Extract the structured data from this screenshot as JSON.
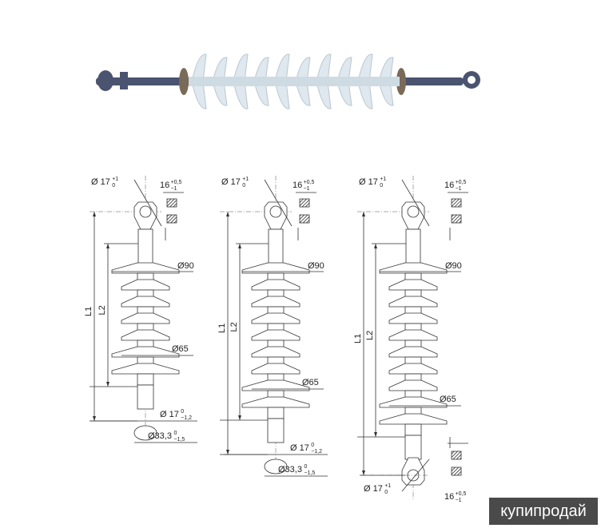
{
  "logo": {
    "text": "купипродай"
  },
  "colors": {
    "rod": "#4a5370",
    "shed": "#dfe8ee",
    "logo_bg": "#4a4a4a"
  },
  "drawings": [
    {
      "name": "insulator-1",
      "eye_dia": "Ø 17",
      "eye_tol_up": "+1",
      "eye_tol_dn": "0",
      "slot": "16",
      "slot_tol_up": "+0,5",
      "slot_tol_dn": "−1",
      "d90": "Ø90",
      "d65": "Ø65",
      "L1": "L1",
      "L2": "L2",
      "pin_dia": "Ø 17",
      "pin_tol_up": "0",
      "pin_tol_dn": "−1,2",
      "ball_dia": "Ø33,3",
      "ball_tol_up": "0",
      "ball_tol_dn": "−1,5"
    },
    {
      "name": "insulator-2",
      "eye_dia": "Ø 17",
      "eye_tol_up": "+1",
      "eye_tol_dn": "0",
      "slot": "16",
      "slot_tol_up": "+0,5",
      "slot_tol_dn": "−1",
      "d90": "Ø90",
      "d65": "Ø65",
      "L1": "L1",
      "L2": "L2",
      "pin_dia": "Ø 17",
      "pin_tol_up": "0",
      "pin_tol_dn": "−1,2",
      "ball_dia": "Ø33,3",
      "ball_tol_up": "0",
      "ball_tol_dn": "−1,5"
    },
    {
      "name": "insulator-3",
      "eye_dia": "Ø 17",
      "eye_tol_up": "+1",
      "eye_tol_dn": "0",
      "slot": "16",
      "slot_tol_up": "+0,5",
      "slot_tol_dn": "−1",
      "d90": "Ø90",
      "d65": "Ø65",
      "L1": "L1",
      "L2": "L2",
      "bot_eye_dia": "Ø 17",
      "bot_eye_tol_up": "+1",
      "bot_eye_tol_dn": "0",
      "bot_slot": "16",
      "bot_slot_tol_up": "+0,5",
      "bot_slot_tol_dn": "−1"
    }
  ]
}
